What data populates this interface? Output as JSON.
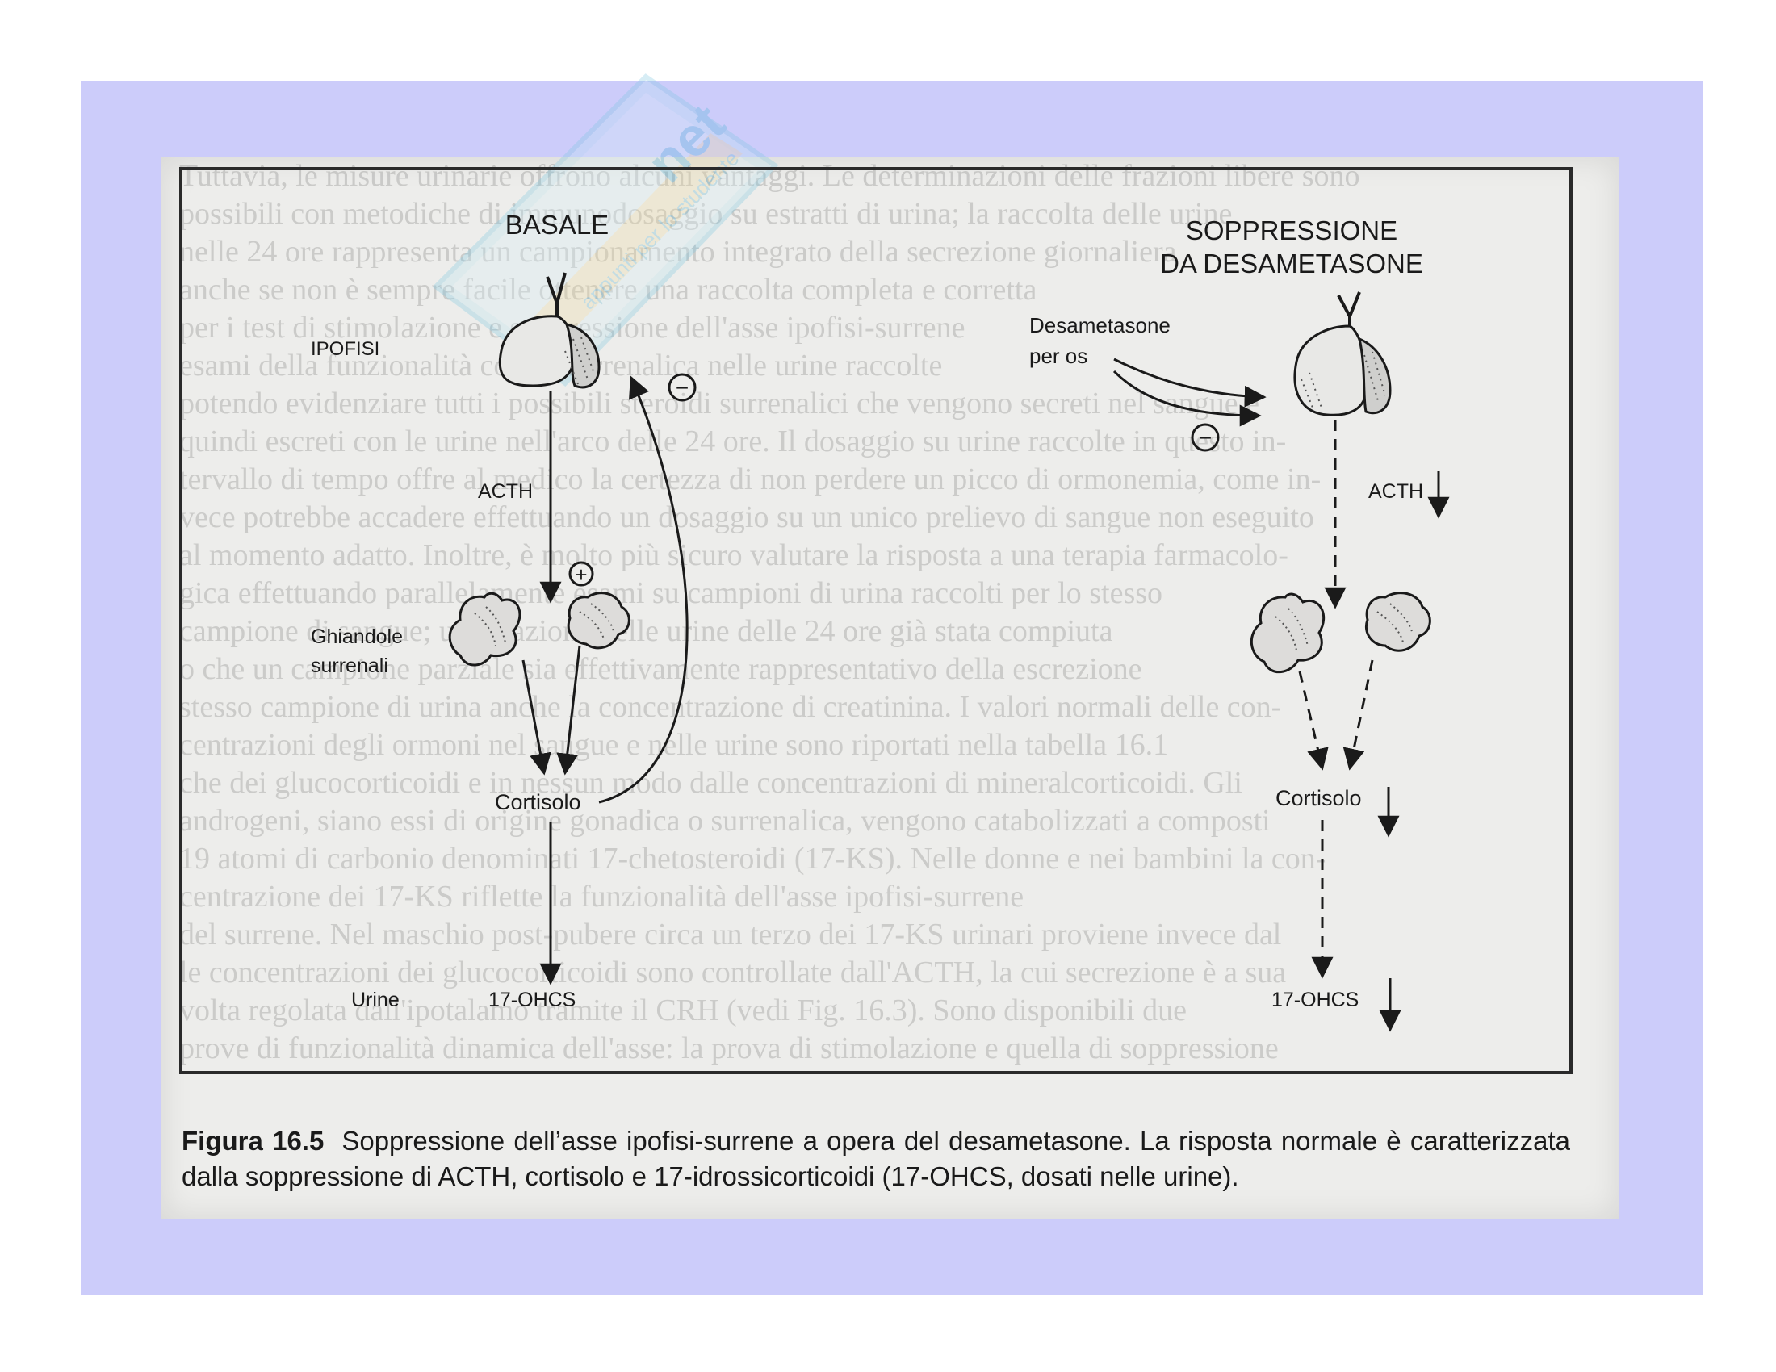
{
  "figure": {
    "basal": {
      "title": "BASALE",
      "hypophysis_label": "IPOFISI",
      "acth_label": "ACTH",
      "stimulation_sign": "+",
      "adrenal_label_line1": "Ghiandole",
      "adrenal_label_line2": "surrenali",
      "cortisol_label": "Cortisolo",
      "feedback_sign": "−",
      "urine_label": "Urine",
      "ohcs_label": "17-OHCS"
    },
    "suppression": {
      "title_line1": "SOPPRESSIONE",
      "title_line2": "DA DESAMETASONE",
      "drug_line1": "Desametasone",
      "drug_line2": "per os",
      "inhibition_sign": "−",
      "acth_label": "ACTH",
      "cortisol_label": "Cortisolo",
      "ohcs_label": "17-OHCS"
    }
  },
  "caption": {
    "label": "Figura 16.5",
    "text": "Soppressione dell’asse ipofisi-surrene a opera del desametasone. La risposta normale è caratterizzata dalla soppressione di ACTH, cortisolo e 17-idrossicorticoidi (17-OHCS, dosati nelle urine)."
  },
  "watermark": {
    "brand": "net",
    "tagline": "appunti per lo studente"
  },
  "bleed_through_lines": [
    "Tuttavia, le misure urinarie offrono alcuni vantaggi. Le determinazioni delle frazioni libere sono",
    "possibili con metodiche di immunodosaggio su estratti di urina; la raccolta delle urine",
    "nelle 24 ore rappresenta un campionamento integrato della secrezione giornaliera",
    "anche se non è sempre facile ottenere una raccolta completa e corretta",
    "per i test di stimolazione e soppressione dell'asse ipofisi-surrene",
    "esami della funzionalità corticosurrenalica nelle urine raccolte",
    "potendo evidenziare tutti i possibili steroidi surrenalici che vengono secreti nel sangue e",
    "quindi escreti con le urine nell'arco delle 24 ore. Il dosaggio su urine raccolte in questo in-",
    "tervallo di tempo offre al medico la certezza di non perdere un picco di ormonemia, come in-",
    "vece potrebbe accadere effettuando un dosaggio su un unico prelievo di sangue non eseguito",
    "al momento adatto. Inoltre, è molto più sicuro valutare la risposta a una terapia farmacolo-",
    "gica effettuando parallelamente esami su campioni di urina raccolti per lo stesso",
    "campione di sangue; una frazione delle urine delle 24 ore già stata compiuta",
    "o che un campione parziale sia effettivamente rappresentativo della escrezione",
    "stesso campione di urina anche la concentrazione di creatinina. I valori normali delle con-",
    "centrazioni degli ormoni nel sangue e nelle urine sono riportati nella tabella 16.1",
    "che dei glucocorticoidi e in nessun modo dalle concentrazioni di mineralcorticoidi. Gli",
    "androgeni, siano essi di origine gonadica o surrenalica, vengono catabolizzati a composti",
    "19 atomi di carbonio denominati 17-chetosteroidi (17-KS). Nelle donne e nei bambini la con-",
    "centrazione dei 17-KS riflette la funzionalità dell'asse ipofisi-surrene",
    "del surrene. Nel maschio post-pubere circa un terzo dei 17-KS urinari proviene invece dal",
    "le concentrazioni dei glucocorticoidi sono controllate dall'ACTH, la cui secrezione è a sua",
    "volta regolata dall'ipotalamo tramite il CRH (vedi Fig. 16.3). Sono disponibili due",
    "prove di funzionalità dinamica dell'asse: la prova di stimolazione e quella di soppressione"
  ]
}
